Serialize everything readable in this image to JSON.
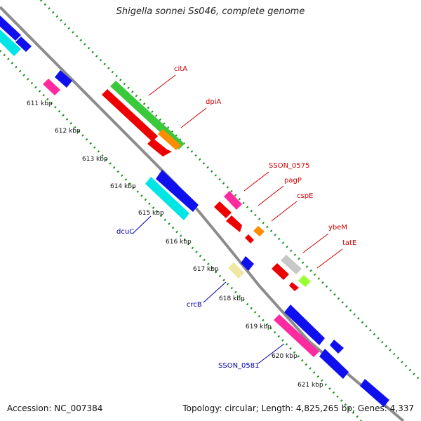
{
  "title": "Shigella sonnei Ss046, complete genome",
  "accession_text": "Accession: NC_007384",
  "summary_text": "Topology: circular; Length: 4,825,265 bp; Genes: 4,337",
  "colors": {
    "backbone": "#8c8c8c",
    "ticks": "#1f8f1f",
    "forward_label": "#cc0000",
    "reverse_label": "#0000aa"
  },
  "ticks": [
    {
      "label": "611 kbp"
    },
    {
      "label": "612 kbp"
    },
    {
      "label": "613 kbp"
    },
    {
      "label": "614 kbp"
    },
    {
      "label": "615 kbp"
    },
    {
      "label": "616 kbp"
    },
    {
      "label": "617 kbp"
    },
    {
      "label": "618 kbp"
    },
    {
      "label": "619 kbp"
    },
    {
      "label": "620 kbp"
    },
    {
      "label": "621 kbp"
    }
  ],
  "gene_labels": [
    {
      "text": "citA",
      "strand": "forward"
    },
    {
      "text": "dpiA",
      "strand": "forward"
    },
    {
      "text": "SSON_0575",
      "strand": "forward"
    },
    {
      "text": "pagP",
      "strand": "forward"
    },
    {
      "text": "cspE",
      "strand": "forward"
    },
    {
      "text": "ybeM",
      "strand": "forward"
    },
    {
      "text": "tatE",
      "strand": "forward"
    },
    {
      "text": "dcuC",
      "strand": "reverse"
    },
    {
      "text": "crcB",
      "strand": "reverse"
    },
    {
      "text": "SSON_0581",
      "strand": "reverse"
    }
  ]
}
